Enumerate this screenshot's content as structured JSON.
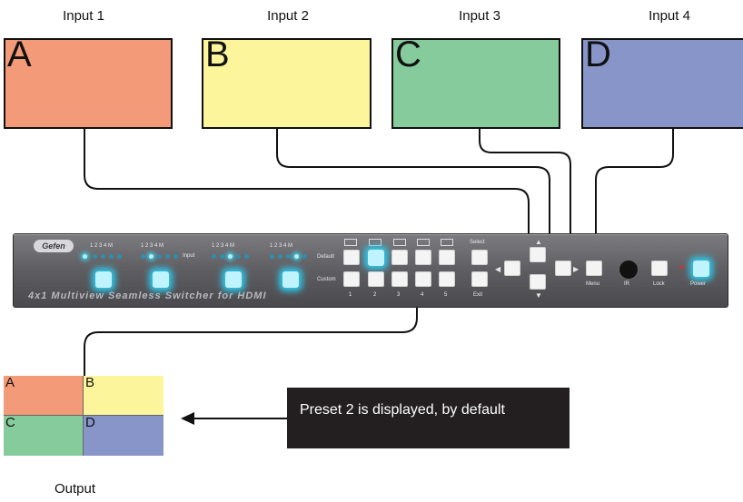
{
  "inputs": [
    {
      "label": "Input 1",
      "letter": "A",
      "color": "#f39a78"
    },
    {
      "label": "Input 2",
      "letter": "B",
      "color": "#fdf59c"
    },
    {
      "label": "Input 3",
      "letter": "C",
      "color": "#85cb9c"
    },
    {
      "label": "Input 4",
      "letter": "D",
      "color": "#8795c9"
    }
  ],
  "device": {
    "brand": "Gefen",
    "model": "4x1 Multiview Seamless Switcher for HDMI",
    "led_labels": "1  2  3  4  M",
    "input_label": "Input",
    "default_label": "Default",
    "custom_label": "Custom",
    "preset_numbers": [
      "1",
      "2",
      "3",
      "4",
      "5"
    ],
    "select_label": "Select",
    "exit_label": "Exit",
    "menu_label": "Menu",
    "ir_label": "IR",
    "lock_label": "Lock",
    "power_label": "Power"
  },
  "output": {
    "label": "Output",
    "quadrants": [
      "A",
      "B",
      "C",
      "D"
    ]
  },
  "callout": {
    "text": "Preset 2 is displayed, by default"
  }
}
